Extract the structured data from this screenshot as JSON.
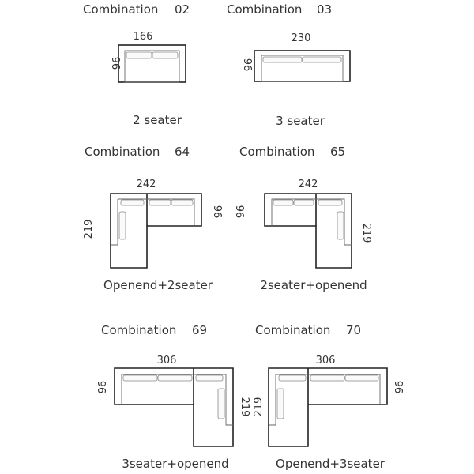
{
  "combinations": [
    {
      "title": "Combination",
      "number": "02",
      "width": "166",
      "depth": "96",
      "label": "2 seater"
    },
    {
      "title": "Combination",
      "number": "03",
      "width": "230",
      "depth": "96",
      "label": "3 seater"
    },
    {
      "title": "Combination",
      "number": "64",
      "width": "242",
      "length": "219",
      "depth": "96",
      "label": "Openend+2seater"
    },
    {
      "title": "Combination",
      "number": "65",
      "width": "242",
      "length": "219",
      "depth": "96",
      "label": "2seater+openend"
    },
    {
      "title": "Combination",
      "number": "69",
      "width": "306",
      "length": "219",
      "depth": "96",
      "label": "3seater+openend"
    },
    {
      "title": "Combination",
      "number": "70",
      "width": "306",
      "length": "219",
      "depth": "96",
      "label": "Openend+3seater"
    }
  ]
}
